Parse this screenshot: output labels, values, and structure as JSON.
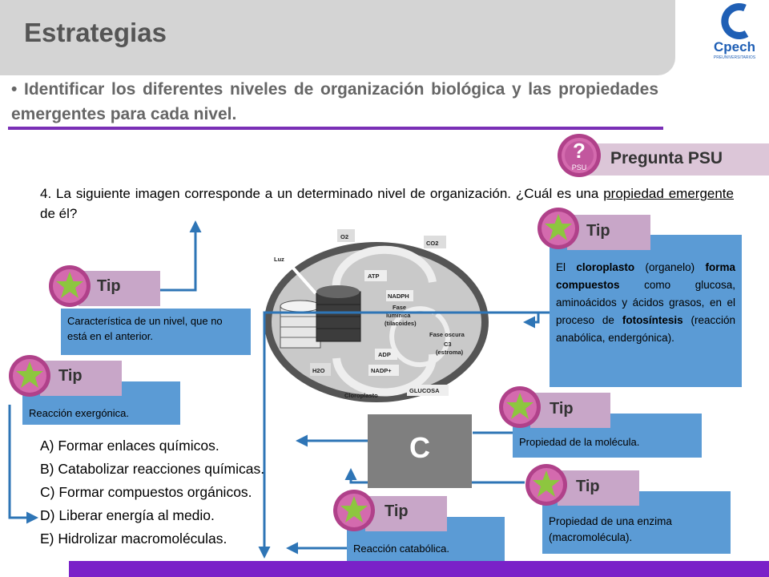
{
  "header": {
    "title": "Estrategias",
    "objective": "• Identificar los diferentes niveles de organización biológica y las propiedades emergentes para cada nivel.",
    "logo_text": "Cpech",
    "logo_subtext": "PREUNIVERSITARIOS"
  },
  "psu_badge": {
    "icon_glyph": "?",
    "icon_text": "PSU",
    "label": "Pregunta PSU"
  },
  "question": {
    "text_before": "4. La siguiente imagen corresponde a un determinado nivel de organización. ¿Cuál es una ",
    "underlined": "propiedad emergente",
    "text_after": " de él?"
  },
  "figure": {
    "labels": {
      "luz": "Luz",
      "o2": "O2",
      "co2": "CO2",
      "atp_top": "ATP",
      "nadph": "NADPH",
      "fase_luminica_1": "Fase",
      "fase_luminica_2": "lumínica",
      "fase_luminica_3": "(tilacoides)",
      "fase_oscura_1": "Fase oscura",
      "fase_oscura_2": "C3",
      "fase_oscura_3": "(estroma)",
      "adp": "ADP",
      "nadp": "NADP+",
      "h2o": "H2O",
      "glucosa": "GLUCOSA",
      "cloroplasto": "Cloroplasto"
    }
  },
  "tips": [
    {
      "label": "Tip",
      "text": "Característica de un nivel, que no está en el anterior."
    },
    {
      "label": "Tip",
      "text": "Reacción exergónica."
    },
    {
      "label": "Tip",
      "text_parts": [
        "El ",
        "cloroplasto",
        " (organelo) ",
        "forma compuestos",
        " como glucosa, aminoácidos y ácidos grasos, en el proceso de ",
        "fotosíntesis",
        " (reacción anabólica, endergónica)."
      ]
    },
    {
      "label": "Tip",
      "text": "Propiedad de la molécula."
    },
    {
      "label": "Tip",
      "text": "Propiedad de una enzima (macromolécula)."
    },
    {
      "label": "Tip",
      "text": "Reacción catabólica."
    }
  ],
  "answer": {
    "letter": "C"
  },
  "options": [
    "A) Formar enlaces químicos.",
    "B) Catabolizar reacciones químicas.",
    "C) Formar compuestos orgánicos.",
    "D) Liberar energía al medio.",
    "E) Hidrolizar macromoléculas."
  ],
  "colors": {
    "tip_header": "#c8a6c8",
    "tip_body": "#5b9bd5",
    "arrow": "#2e75b6",
    "accent_purple": "#7a21c8",
    "star_green": "#8dc63f",
    "circle_pink": "#c8539b"
  }
}
